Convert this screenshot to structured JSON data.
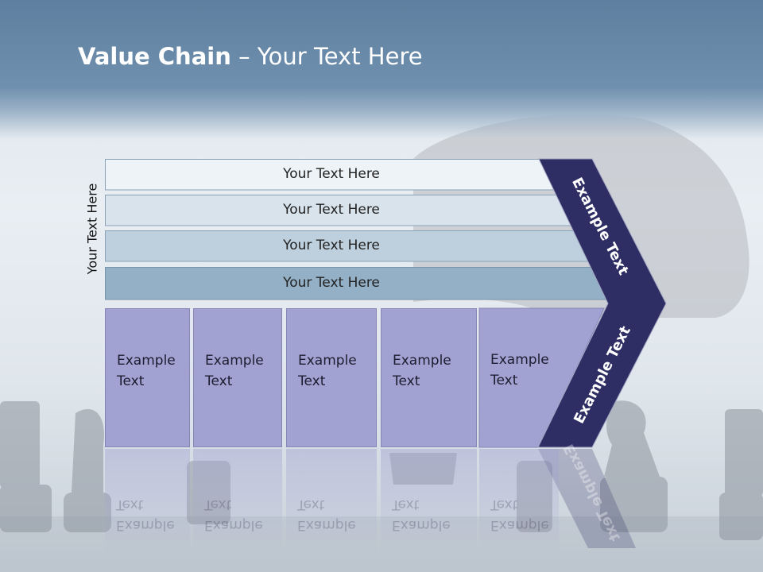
{
  "slide": {
    "title_bold": "Value Chain",
    "title_rest": " – Your Text Here",
    "side_label": "Your Text Here",
    "rows": [
      {
        "label": "Your Text Here"
      },
      {
        "label": "Your Text Here"
      },
      {
        "label": "Your Text Here"
      },
      {
        "label": "Your Text Here"
      }
    ],
    "boxes": [
      {
        "label": "Example Text"
      },
      {
        "label": "Example Text"
      },
      {
        "label": "Example Text"
      },
      {
        "label": "Example Text"
      },
      {
        "label": "Example Text"
      }
    ],
    "chevron_upper": "Example Text",
    "chevron_lower": "Example Text"
  },
  "colors": {
    "header": "#6f90ae",
    "row_1": "#eef3f7",
    "row_2": "#d8e3ec",
    "row_3": "#bed0de",
    "row_4": "#93b0c6",
    "box": "#a1a2d2",
    "chevron": "#2e2e64"
  }
}
